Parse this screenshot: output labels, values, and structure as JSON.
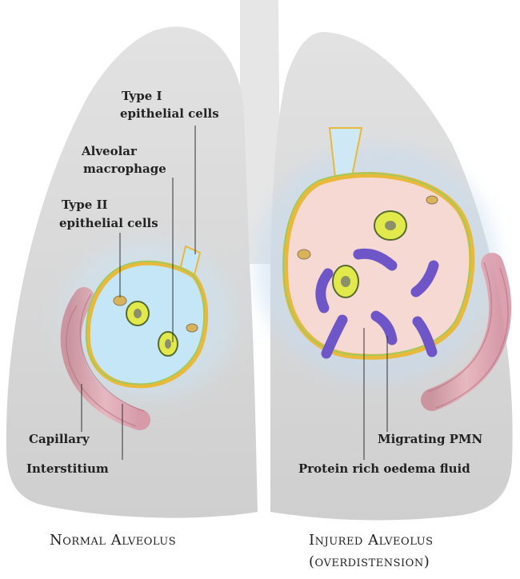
{
  "labels": {
    "type1_line1": "Type I",
    "type1_line2": "epithelial cells",
    "macro_line1": "Alveolar",
    "macro_line2": "macrophage",
    "type2_line1": "Type II",
    "type2_line2": "epithelial cells",
    "capillary": "Capillary",
    "interstitium": "Interstitium",
    "migrating_pmn": "Migrating PMN",
    "oedema": "Protein rich oedema fluid"
  },
  "captions": {
    "normal": "Normal Alveolus",
    "injured_line1": "Injured Alveolus",
    "injured_line2": "(overdistension)"
  },
  "colors": {
    "lung": "#d9d9d9",
    "trachea": "#e4e4e4",
    "normal_alveolus_fill": "#c4e6f6",
    "injured_alveolus_fill": "#f6d9d3",
    "epithelium": "#e8b93a",
    "capillary": "#e3a1ad",
    "macrophage": "#e1ea4a",
    "pmn": "#6e55c8",
    "line": "#333333"
  }
}
